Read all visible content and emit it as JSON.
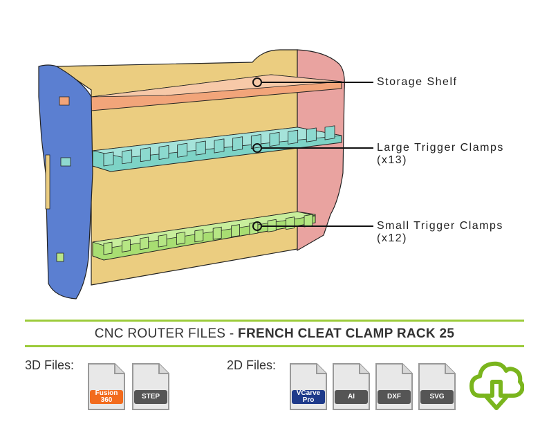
{
  "callouts": {
    "shelf": "Storage Shelf",
    "large": "Large Trigger Clamps",
    "large_count": "(x13)",
    "small": "Small Trigger Clamps",
    "small_count": "(x12)"
  },
  "title": {
    "prefix": "CNC ROUTER FILES - ",
    "product": "FRENCH CLEAT CLAMP RACK 25"
  },
  "files_3d": {
    "label": "3D Files:",
    "items": [
      {
        "label": "Fusion\n360",
        "color": "#f26b1d"
      },
      {
        "label": "STEP",
        "color": "#555555"
      }
    ]
  },
  "files_2d": {
    "label": "2D Files:",
    "items": [
      {
        "label": "VCarve\nPro",
        "color": "#1e3a8a"
      },
      {
        "label": "AI",
        "color": "#555555"
      },
      {
        "label": "DXF",
        "color": "#555555"
      },
      {
        "label": "SVG",
        "color": "#555555"
      }
    ]
  },
  "colors": {
    "accent": "#9ccb3b",
    "left_panel": "#5b7fd1",
    "right_panel": "#e8a0a0",
    "back_panel": "#e8c97a",
    "shelf": "#f0a070",
    "large_clamps": "#8fd9d0",
    "small_clamps": "#b8e68a"
  },
  "icons": {
    "download": "cloud-download-icon",
    "file": "file-icon"
  }
}
